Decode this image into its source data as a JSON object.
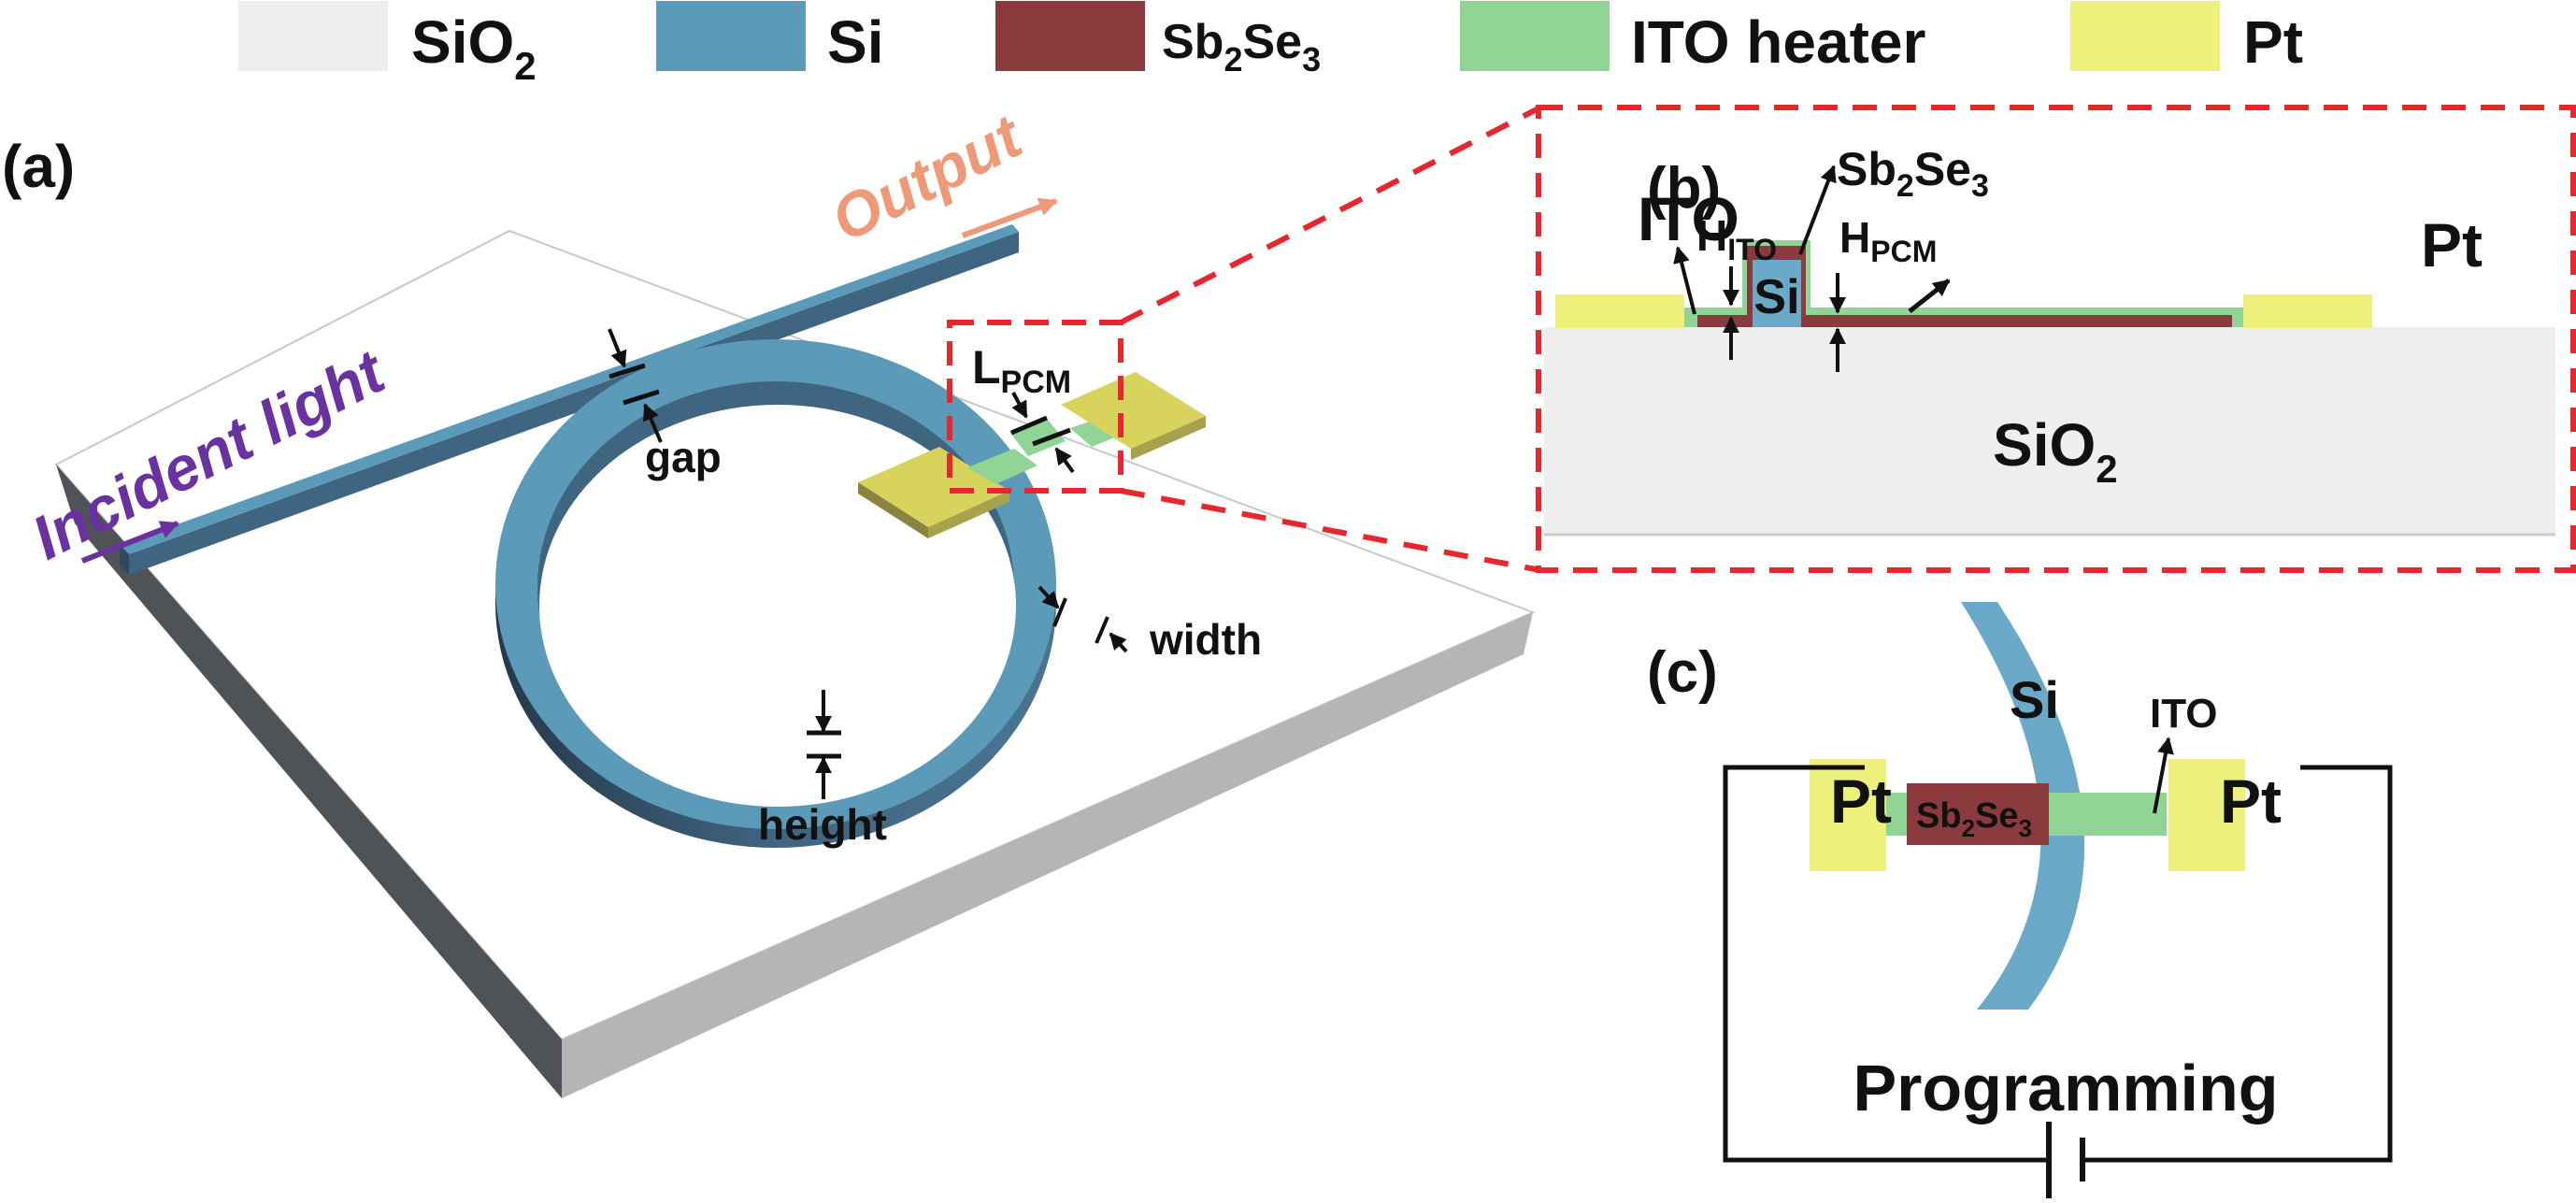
{
  "colors": {
    "sio2": "#eeeeee",
    "si": "#5b9ab8",
    "si_dark": "#3f6580",
    "sb2se3": "#8b3a3e",
    "ito": "#90d595",
    "pt": "#eef07c",
    "pt_3d": "#d8d35c",
    "callout": "#e8262d",
    "incident": "#6a32a0",
    "output": "#ee9a78",
    "substrate_left": "#4f5357",
    "substrate_right": "#b5b5b5"
  },
  "legend": [
    {
      "key": "sio2",
      "base": "SiO",
      "sub": "2",
      "post": ""
    },
    {
      "key": "si",
      "base": "Si",
      "sub": "",
      "post": ""
    },
    {
      "key": "sb2se3",
      "base": "Sb",
      "sub": "2",
      "post": "Se",
      "sub2": "3"
    },
    {
      "key": "ito",
      "base": "ITO heater",
      "sub": "",
      "post": ""
    },
    {
      "key": "pt",
      "base": "Pt",
      "sub": "",
      "post": ""
    }
  ],
  "panel_a": {
    "label": "(a)",
    "incident_light": "Incident light",
    "output": "Output",
    "gap": "gap",
    "width": "width",
    "height": "height",
    "lpcm_main": "L",
    "lpcm_sub": "PCM"
  },
  "panel_b": {
    "label": "(b)",
    "ito": "ITO",
    "h_ito_main": "H",
    "h_ito_sub": "ITO",
    "sb2se3_base": "Sb",
    "sb2se3_sub1": "2",
    "sb2se3_mid": "Se",
    "sb2se3_sub2": "3",
    "h_pcm_main": "H",
    "h_pcm_sub": "PCM",
    "pt": "Pt",
    "si": "Si",
    "sio2_base": "SiO",
    "sio2_sub": "2"
  },
  "panel_c": {
    "label": "(c)",
    "si": "Si",
    "ito": "ITO",
    "pt_left": "Pt",
    "pt_right": "Pt",
    "sb2se3_base": "Sb",
    "sb2se3_sub1": "2",
    "sb2se3_mid": "Se",
    "sb2se3_sub2": "3",
    "programming": "Programming"
  }
}
